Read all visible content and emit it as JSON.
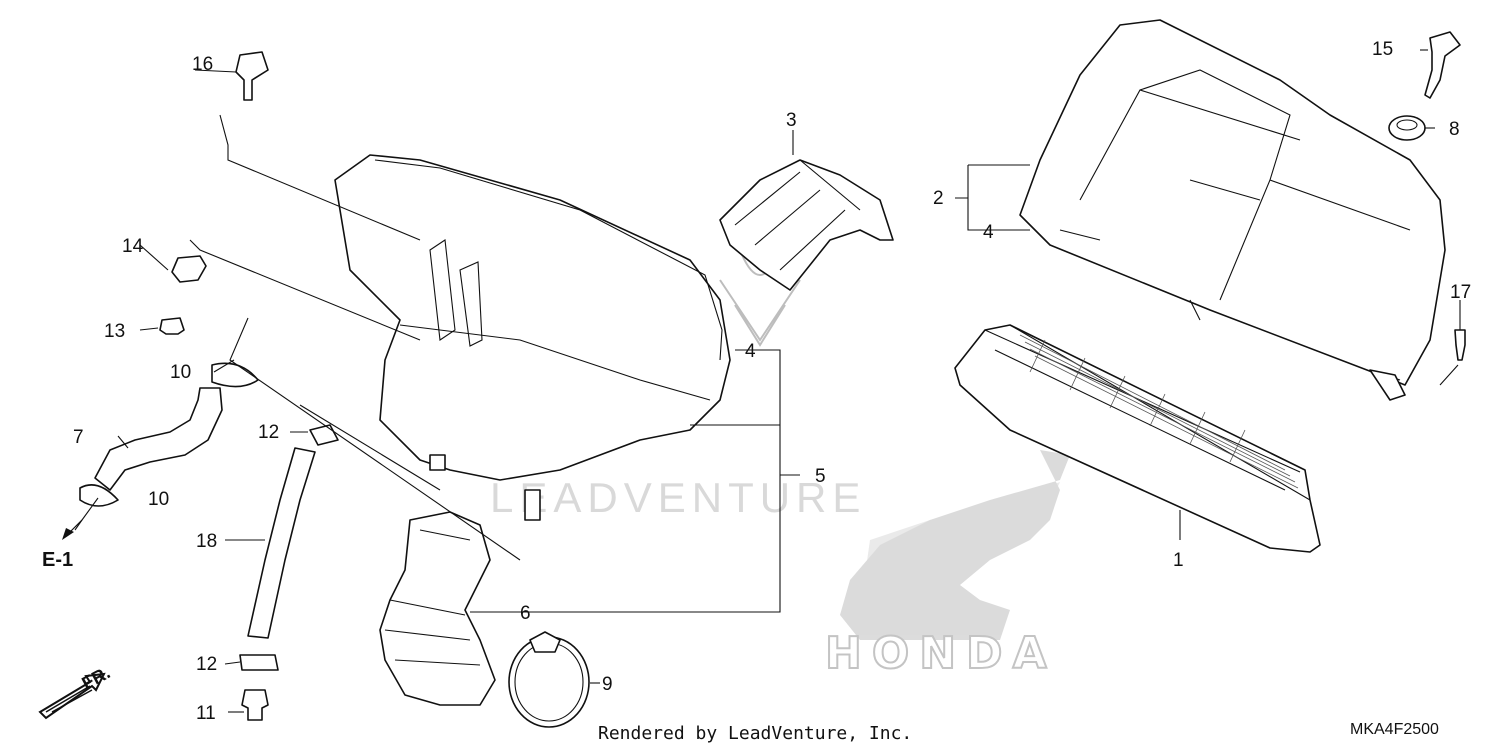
{
  "diagram": {
    "callouts": {
      "c1": "1",
      "c2": "2",
      "c3": "3",
      "c4a": "4",
      "c4b": "4",
      "c5": "5",
      "c6": "6",
      "c7": "7",
      "c8": "8",
      "c9": "9",
      "c10a": "10",
      "c10b": "10",
      "c11": "11",
      "c12a": "12",
      "c12b": "12",
      "c13": "13",
      "c14": "14",
      "c15": "15",
      "c16": "16",
      "c17": "17",
      "c18": "18"
    },
    "reference": "E-1",
    "direction": "FR.",
    "watermark": "LEADVENTURE",
    "brand_mark": "HONDA",
    "footer_note": "Rendered by LeadVenture, Inc.",
    "diagram_code": "MKA4F2500"
  }
}
